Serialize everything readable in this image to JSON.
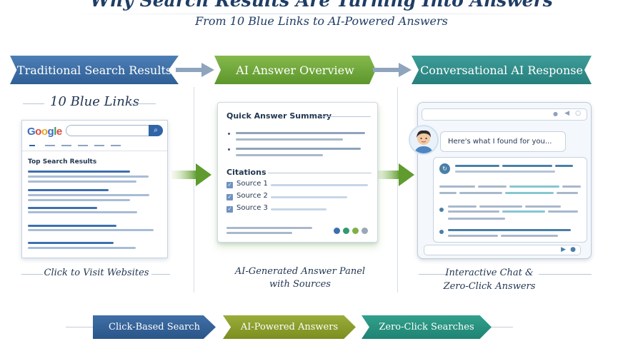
{
  "header": {
    "title": "Why Search Results Are Turning Into Answers",
    "subtitle": "From 10 Blue Links to AI-Powered Answers"
  },
  "stages": [
    {
      "label": "Traditional Search Results",
      "color": "#3a6aa2"
    },
    {
      "label": "AI Answer Overview",
      "color": "#6fa83a"
    },
    {
      "label": "Conversational AI Response",
      "color": "#2e8f8b"
    }
  ],
  "traditional": {
    "heading": "10 Blue Links",
    "logo": "Google",
    "search_icon": "search-icon",
    "section_title": "Top Search Results",
    "caption": "Click to Visit Websites"
  },
  "ai_overview": {
    "summary_title": "Quick Answer Summary",
    "citations_title": "Citations",
    "sources": [
      "Source 1",
      "Source 2",
      "Source 3"
    ],
    "caption_line1": "AI-Generated Answer Panel",
    "caption_line2": "with Sources"
  },
  "conversational": {
    "bubble": "Here's what I found for you...",
    "caption_line1": "Interactive Chat &",
    "caption_line2": "Zero-Click Answers"
  },
  "flow": [
    {
      "label": "Click-Based Search",
      "color": "#2f5d93"
    },
    {
      "label": "AI-Powered Answers",
      "color": "#8a9d2a"
    },
    {
      "label": "Zero-Click Searches",
      "color": "#26917e"
    }
  ]
}
